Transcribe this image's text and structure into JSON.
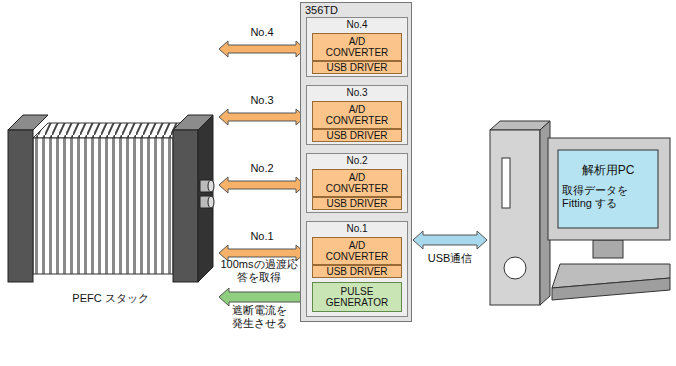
{
  "diagram": {
    "nodes": [
      {
        "text": [
          "356TD"
        ]
      },
      {
        "text": [
          "No.4"
        ],
        "in": 0
      },
      {
        "text": [
          "A/D CONVERTER"
        ],
        "in": 1
      },
      {
        "text": [
          "USB DRIVER"
        ],
        "in": 1
      },
      {
        "text": [
          "No.3"
        ],
        "in": 0
      },
      {
        "text": [
          "A/D CONVERTER"
        ],
        "in": 4
      },
      {
        "text": [
          "USB DRIVER"
        ],
        "in": 4
      },
      {
        "text": [
          "No.2"
        ],
        "in": 0
      },
      {
        "text": [
          "A/D CONVERTER"
        ],
        "in": 7
      },
      {
        "text": [
          "USB DRIVER"
        ],
        "in": 7
      },
      {
        "text": [
          "No.1"
        ],
        "in": 0
      },
      {
        "text": [
          "A/D CONVERTER"
        ],
        "in": 10
      },
      {
        "text": [
          "USB DRIVER"
        ],
        "in": 10
      },
      {
        "text": [
          "PULSE GENERATOR"
        ],
        "in": 10
      },
      {
        "text": [
          "PEFC スタック"
        ]
      },
      {
        "text": [
          "解析用PC",
          "取得データを Fitting する"
        ]
      }
    ],
    "edges": [
      {
        "from": 14,
        "to": 1,
        "arrow": "both",
        "label": "No.4"
      },
      {
        "from": 14,
        "to": 4,
        "arrow": "both",
        "label": "No.3"
      },
      {
        "from": 14,
        "to": 7,
        "arrow": "both",
        "label": "No.2"
      },
      {
        "from": 14,
        "to": 10,
        "arrow": "both",
        "label": "No.1"
      },
      {
        "from": 14,
        "to": 13,
        "arrow": "both"
      },
      {
        "from": 0,
        "to": 15,
        "arrow": "both",
        "label": "USB通信"
      }
    ],
    "labels": [
      "100msの過渡応答を取得",
      "遮断電流を発生させる"
    ]
  }
}
